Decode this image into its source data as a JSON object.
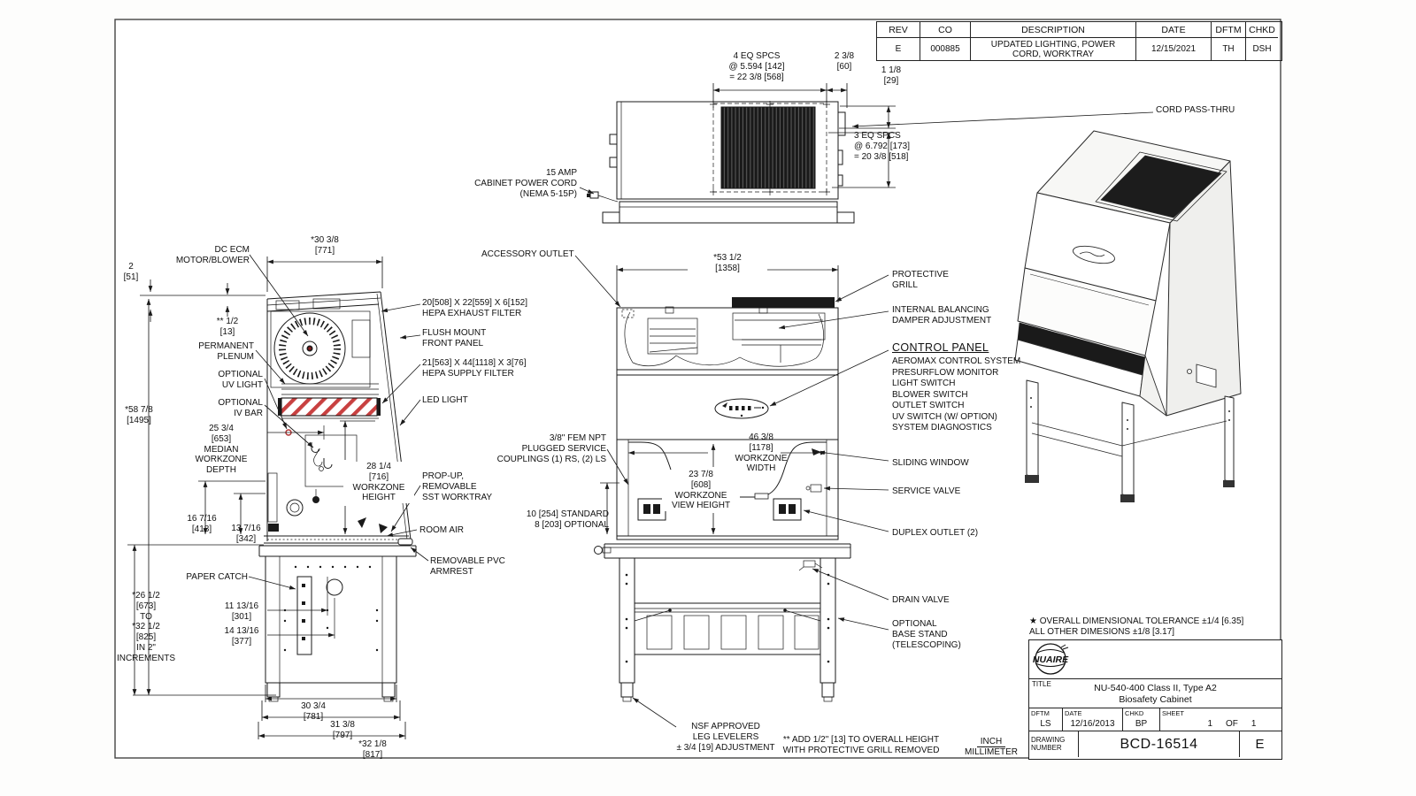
{
  "rev_table": {
    "headers": [
      "REV",
      "CO",
      "DESCRIPTION",
      "DATE",
      "DFTM",
      "CHKD"
    ],
    "row": {
      "rev": "E",
      "co": "000885",
      "description": "UPDATED LIGHTING, POWER\nCORD, WORKTRAY",
      "date": "12/15/2021",
      "dftm": "TH",
      "chkd": "DSH"
    }
  },
  "title_block": {
    "brand": "NUAIRE",
    "title_label": "TITLE",
    "title": "NU-540-400 Class II, Type A2\nBiosafety Cabinet",
    "dftm_label": "DFTM",
    "dftm": "LS",
    "date_label": "DATE",
    "date": "12/16/2013",
    "chkd_label": "CHKD",
    "chkd": "BP",
    "sheet_label": "SHEET",
    "sheet_no": "1",
    "sheet_of": "OF",
    "sheet_total": "1",
    "drawing_label": "DRAWING\nNUMBER",
    "drawing_number": "BCD-16514",
    "rev": "E"
  },
  "notes": {
    "tolerance": "★ OVERALL DIMENSIONAL TOLERANCE ±1/4 [6.35]\nALL OTHER DIMESIONS ±1/8 [3.17]",
    "grill_note": "** ADD 1/2\" [13] TO OVERALL HEIGHT\nWITH PROTECTIVE GRILL REMOVED",
    "unit_inch": "INCH",
    "unit_mm": "MILLIMETER"
  },
  "side_view": {
    "motor": "DC ECM\nMOTOR/BLOWER",
    "dim_2": "2\n[51]",
    "dim_30_3_8": "*30 3/8\n[771]",
    "dim_half": "** 1/2\n[13]",
    "permanent_plenum": "PERMANENT\nPLENUM",
    "optional_uv": "OPTIONAL\nUV LIGHT",
    "optional_iv": "OPTIONAL\nIV BAR",
    "dim_58": "*58 7/8\n[1495]",
    "median_depth": "25 3/4\n[653]\nMEDIAN\nWORKZONE\nDEPTH",
    "workzone_height": "28 1/4\n[716]\nWORKZONE\nHEIGHT",
    "dim_16": "16 7/16\n[418]",
    "dim_13": "13 7/16\n[342]",
    "paper_catch": "PAPER CATCH",
    "stand_range": "*26 1/2\n[673]\nTO\n*32 1/2\n[825]\nIN 2\"\nINCREMENTS",
    "dim_11": "11 13/16\n[301]",
    "dim_14": "14 13/16\n[377]",
    "dim_30_3_4": "30 3/4\n[781]",
    "dim_31_3_8": "31 3/8\n[797]",
    "dim_32_1_8": "*32 1/8\n[817]",
    "hepa_exhaust": "20[508] X 22[559] X 6[152]\nHEPA EXHAUST FILTER",
    "flush_mount": "FLUSH MOUNT\nFRONT PANEL",
    "hepa_supply": "21[563] X 44[1118] X 3[76]\nHEPA SUPPLY FILTER",
    "led_light": "LED LIGHT",
    "prop_up": "PROP-UP,\nREMOVABLE\nSST WORKTRAY",
    "room_air": "ROOM AIR",
    "pvc_armrest": "REMOVABLE PVC\nARMREST"
  },
  "top_view": {
    "eq_spcs_4": "4 EQ SPCS\n@ 5.594 [142]\n= 22 3/8 [568]",
    "dim_2_3_8": "2 3/8\n[60]",
    "dim_1_1_8": "1 1/8\n[29]",
    "cord_pass_thru": "CORD PASS-THRU",
    "eq_spcs_3": "3 EQ SPCS\n@ 6.792 [173]\n= 20 3/8 [518]",
    "power_cord": "15 AMP\nCABINET POWER CORD\n(NEMA 5-15P)"
  },
  "front_view": {
    "accessory_outlet": "ACCESSORY OUTLET",
    "dim_53": "*53 1/2\n[1358]",
    "protective_grill": "PROTECTIVE\nGRILL",
    "damper": "INTERNAL BALANCING\nDAMPER ADJUSTMENT",
    "control_panel_title": "CONTROL PANEL",
    "control_panel_list": "AEROMAX CONTROL SYSTEM\nPRESURFLOW MONITOR\nLIGHT SWITCH\nBLOWER SWITCH\nOUTLET SWITCH\nUV SWITCH (W/ OPTION)\nSYSTEM DIAGNOSTICS",
    "npt": "3/8\" FEM NPT\nPLUGGED SERVICE\nCOUPLINGS (1) RS, (2) LS",
    "workzone_width": "46 3/8\n[1178]\nWORKZONE\nWIDTH",
    "view_height": "23 7/8\n[608]\nWORKZONE\nVIEW HEIGHT",
    "standard_opt": "10 [254] STANDARD\n8 [203] OPTIONAL",
    "sliding_window": "SLIDING WINDOW",
    "service_valve": "SERVICE VALVE",
    "duplex_outlet": "DUPLEX OUTLET (2)",
    "drain_valve": "DRAIN VALVE",
    "base_stand": "OPTIONAL\nBASE STAND\n(TELESCOPING)",
    "nsf": "NSF APPROVED\nLEG LEVELERS\n± 3/4 [19] ADJUSTMENT"
  }
}
